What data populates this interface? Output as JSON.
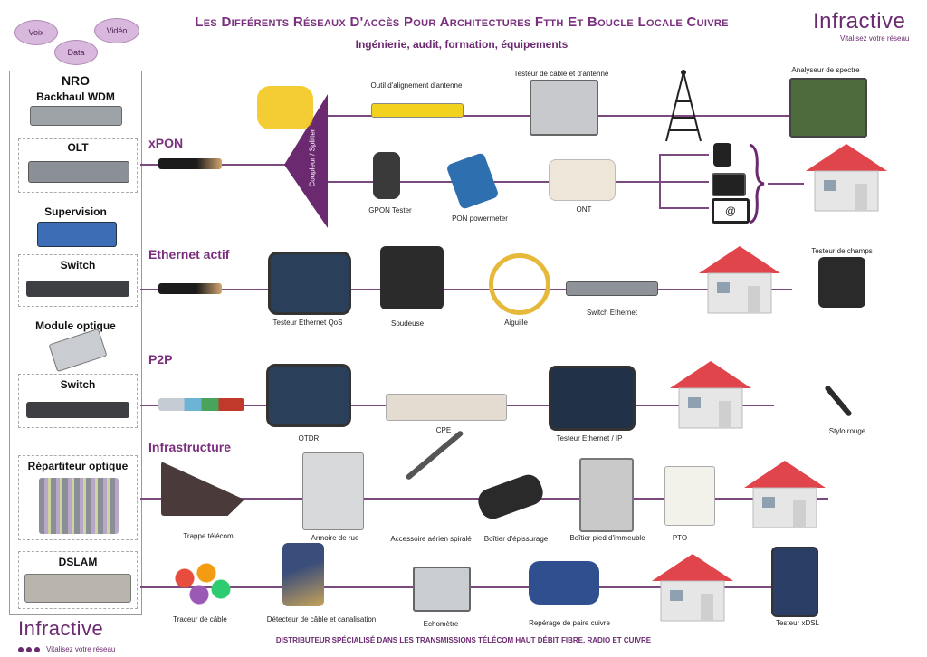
{
  "header": {
    "title": "Les Différents Réseaux D'accès Pour Architectures Ftth Et Boucle Locale Cuivre",
    "subtitle": "Ingénierie, audit, formation, équipements"
  },
  "brand": {
    "name": "Infractive",
    "tagline": "Vitalisez votre réseau",
    "color": "#6b2a70"
  },
  "bubbles": {
    "voix": "Voix",
    "video": "Vidéo",
    "data": "Data"
  },
  "left_panel": {
    "nro": "NRO",
    "backhaul": "Backhaul WDM",
    "olt": "OLT",
    "supervision": "Supervision",
    "switch1": "Switch",
    "module": "Module optique",
    "switch2": "Switch",
    "repartiteur": "Répartiteur optique",
    "dslam": "DSLAM"
  },
  "rows": {
    "xpon": "xPON",
    "ethernet": "Ethernet actif",
    "p2p": "P2P",
    "infra": "Infrastructure"
  },
  "splitter": "Coupleur / Splitter",
  "captions": {
    "alignement": "Outil d'alignement d'antenne",
    "testeur_cable": "Testeur de câble et d'antenne",
    "analyseur": "Analyseur de spectre",
    "gpon": "GPON Tester",
    "pon_power": "PON powermeter",
    "ont": "ONT",
    "eth_qos": "Testeur Ethernet QoS",
    "soudeuse": "Soudeuse",
    "aiguille": "Aiguille",
    "switch_eth": "Switch Ethernet",
    "testeur_champs": "Testeur de champs",
    "otdr": "OTDR",
    "cpe": "CPE",
    "eth_ip": "Testeur Ethernet / IP",
    "stylo": "Stylo rouge",
    "trappe": "Trappe télécom",
    "armoire": "Armoire de rue",
    "accessoire": "Accessoire aérien spiralé",
    "boitier_ep": "Boîtier d'épissurage",
    "boitier_pied": "Boîtier pied d'immeuble",
    "pto": "PTO",
    "traceur": "Traceur de câble",
    "detecteur": "Détecteur de câble et canalisation",
    "echometre": "Echomètre",
    "reperage": "Repérage de paire cuivre",
    "xdsl": "Testeur xDSL"
  },
  "footer": "Distributeur spécialisé dans les transmissions télécom haut débit fibre, radio et cuivre"
}
